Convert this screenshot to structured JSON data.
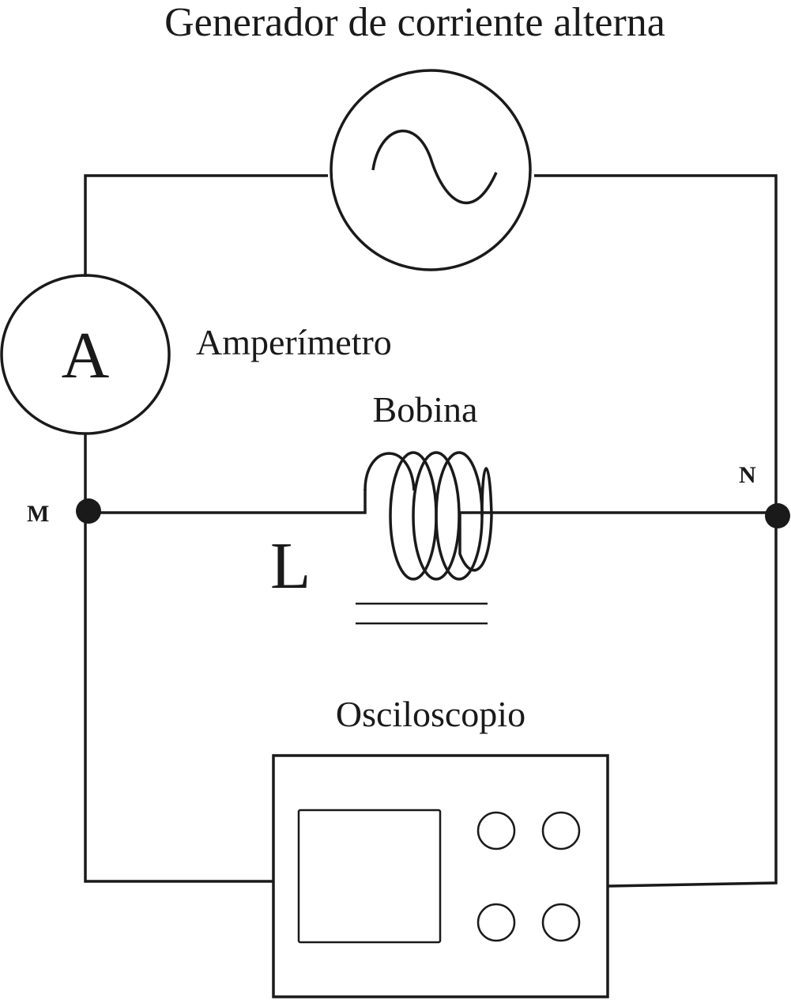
{
  "labels": {
    "generator": "Generador de corriente  alterna",
    "ammeter": "Amperímetro",
    "ammeter_symbol": "A",
    "coil": "Bobina",
    "inductance_symbol": "L",
    "oscilloscope": "Osciloscopio",
    "node_m": "M",
    "node_n": "N"
  },
  "icons": {
    "generator": "ac-sine-wave-icon",
    "coil": "inductor-coil-icon",
    "oscilloscope": "oscilloscope-icon"
  },
  "colors": {
    "line": "#1a1a1a",
    "background": "#ffffff"
  }
}
